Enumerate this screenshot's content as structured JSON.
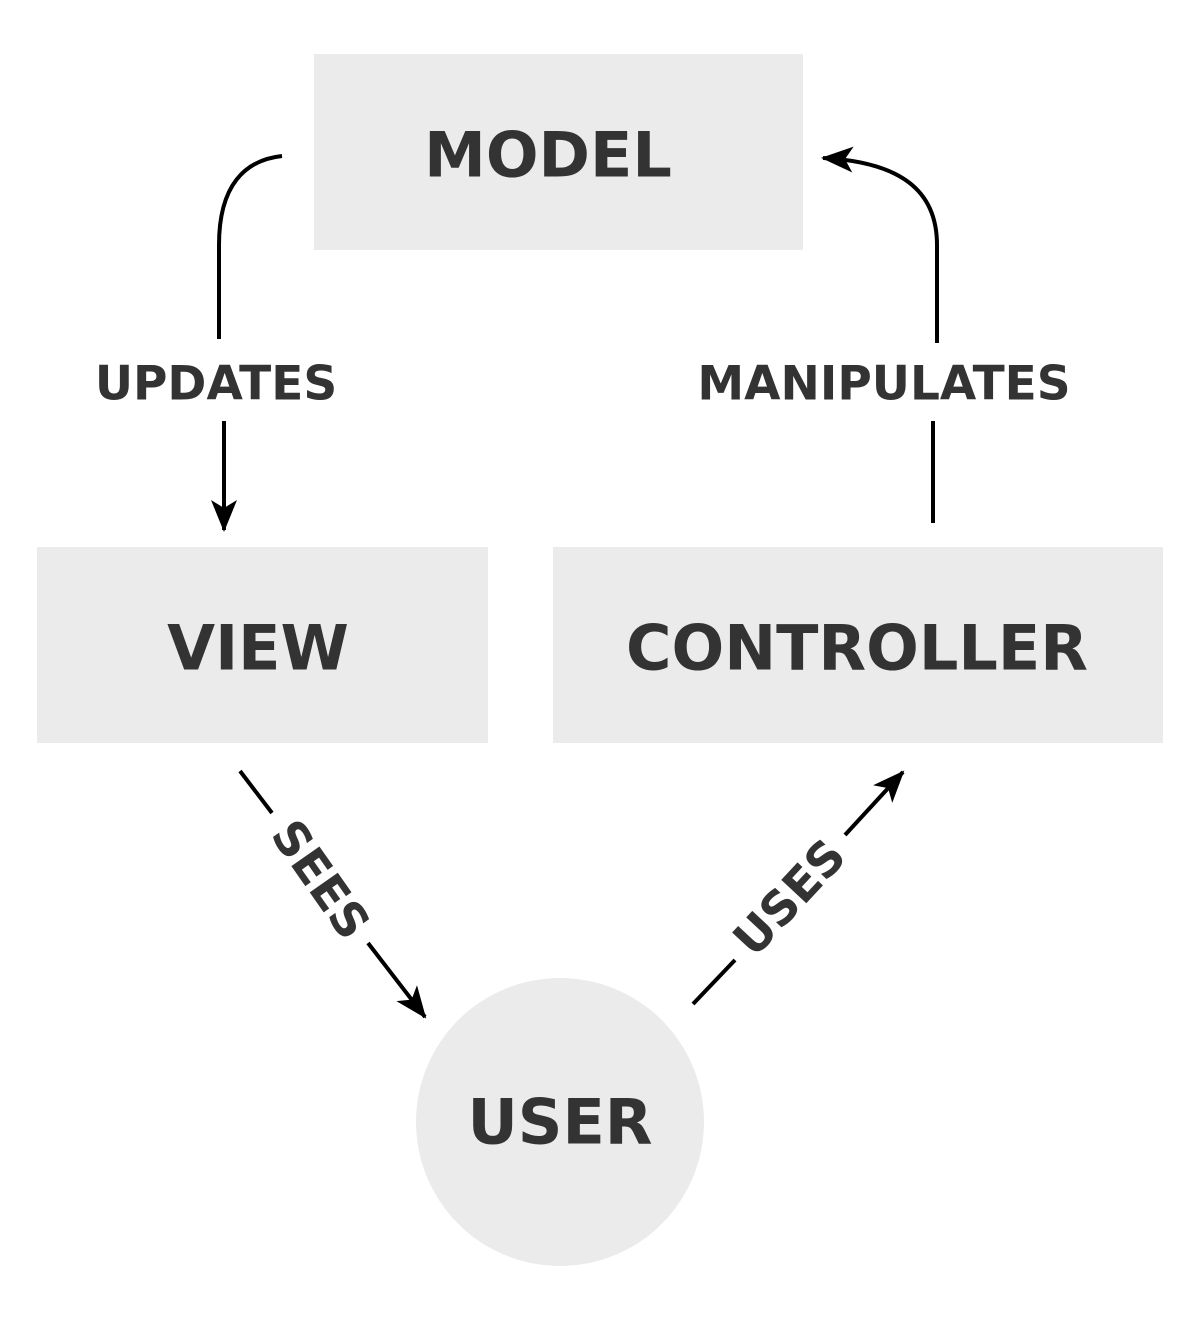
{
  "colors": {
    "node_fill": "#ebebeb",
    "text": "#333333",
    "arrow": "#000000",
    "background": "#ffffff"
  },
  "nodes": {
    "model": {
      "label": "MODEL"
    },
    "view": {
      "label": "VIEW"
    },
    "controller": {
      "label": "CONTROLLER"
    },
    "user": {
      "label": "USER"
    }
  },
  "edges": {
    "updates": {
      "label": "UPDATES",
      "from": "model",
      "to": "view"
    },
    "manipulates": {
      "label": "MANIPULATES",
      "from": "controller",
      "to": "model"
    },
    "sees": {
      "label": "SEES",
      "from": "view",
      "to": "user"
    },
    "uses": {
      "label": "USES",
      "from": "user",
      "to": "controller"
    }
  }
}
